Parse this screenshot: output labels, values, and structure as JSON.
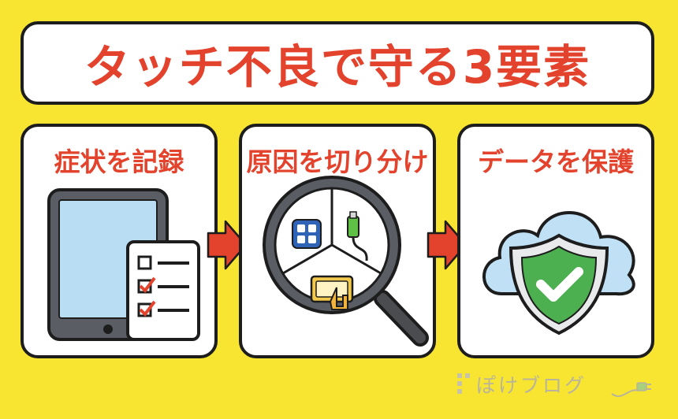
{
  "title": "タッチ不良で守る3要素",
  "steps": [
    {
      "label": "症状を記録",
      "icon": "tablet-checklist-icon"
    },
    {
      "label": "原因を切り分け",
      "icon": "magnifier-icon"
    },
    {
      "label": "データを保護",
      "icon": "cloud-shield-icon"
    }
  ],
  "watermark": {
    "text": "ぽけブログ"
  },
  "colors": {
    "background": "#f7e531",
    "title": "#e3432c",
    "arrow": "#e3432c",
    "shield": "#4caf50",
    "cloud": "#bfe0f5",
    "screen": "#b9ddf3"
  }
}
